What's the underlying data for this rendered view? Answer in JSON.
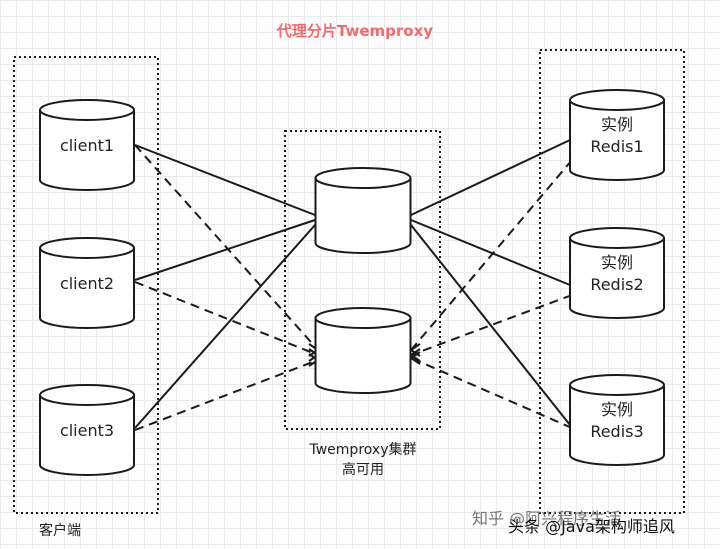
{
  "title": "代理分片Twemproxy",
  "colors": {
    "title": "#f06c6c",
    "stroke": "#1a1a1a",
    "fill": "#ffffff"
  },
  "clients": [
    "client1",
    "client2",
    "client3"
  ],
  "client_group_label": "客户端",
  "proxy_group_label": [
    "Twemproxy集群",
    "高可用"
  ],
  "redis_instances": [
    [
      "实例",
      "Redis1"
    ],
    [
      "实例",
      "Redis2"
    ],
    [
      "实例",
      "Redis3"
    ]
  ],
  "watermark": [
    "知乎 @阿兴程序生活",
    "头条 @Java架构师追风"
  ]
}
